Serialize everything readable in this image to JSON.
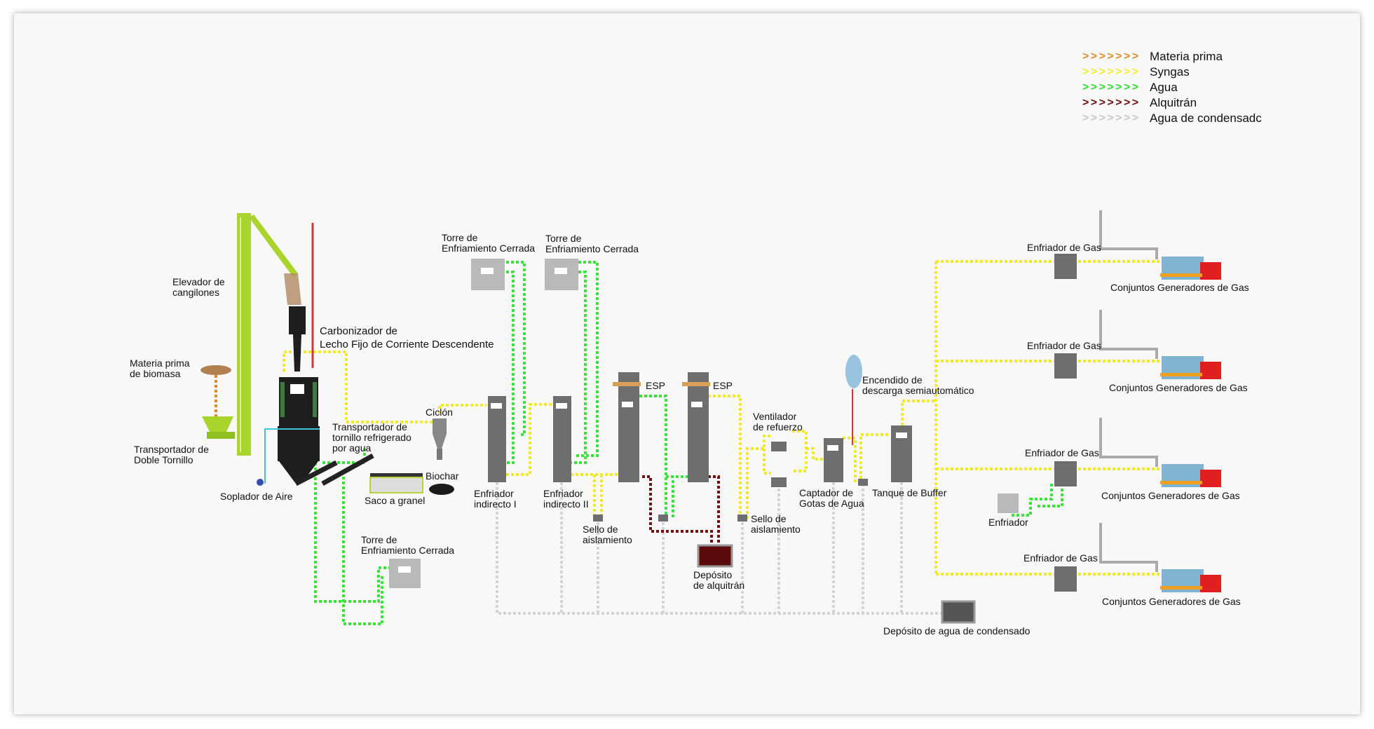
{
  "legend": {
    "items": [
      {
        "label": "Materia prima",
        "color": "#e08a2c"
      },
      {
        "label": "Syngas",
        "color": "#f4ee2a"
      },
      {
        "label": "Agua",
        "color": "#2fdd2f"
      },
      {
        "label": "Alquitrán",
        "color": "#6a0d0d"
      },
      {
        "label": "Agua de condensadc",
        "color": "#c8c8c8"
      }
    ],
    "chevrons": "> > > > > > >"
  },
  "labels": {
    "elevator": "Elevador de\ncangilones",
    "biomass": "Materia prima\nde biomasa",
    "twin_screw": "Transportador de\nDoble Tornillo",
    "blower": "Soplador de Aire",
    "carbonizer": "Carbonizador de\nLecho Fijo de Corriente Descendente",
    "screw_cooler": "Transportador de\ntornillo refrigerado\npor agua",
    "bulk_bag": "Saco a granel",
    "biochar": "Biochar",
    "cyclone": "Ciclón",
    "tower_1": "Torre de\nEnfriamiento Cerrada",
    "tower_2": "Torre de\nEnfriamiento Cerrada",
    "tower_3": "Torre de\nEnfriamiento Cerrada",
    "indirect_1": "Enfriador\nindirecto I",
    "indirect_2": "Enfriador\nindirecto II",
    "esp_1": "ESP",
    "esp_2": "ESP",
    "seal_1": "Sello de\naislamiento",
    "seal_2": "Sello de\naislamiento",
    "tar_tank": "Depósito\nde alquitrán",
    "booster_fan": "Ventilador\nde refuerzo",
    "droplet_catcher": "Captador de\nGotas de Agua",
    "flare": "Encendido de\ndescarga semiautomático",
    "buffer_tank": "Tanque de Buffer",
    "condensate_tank": "Depósito de agua de condensado",
    "chiller": "Enfriador",
    "gas_coolers": [
      "Enfriador de Gas",
      "Enfriador de Gas",
      "Enfriador de Gas",
      "Enfriador de Gas"
    ],
    "gensets": [
      "Conjuntos Generadores de Gas",
      "Conjuntos Generadores de Gas",
      "Conjuntos Generadores de Gas",
      "Conjuntos Generadores de Gas"
    ]
  },
  "colors": {
    "equipment": "#6d6e70",
    "elevator": "#a8d42c",
    "carbonizer": "#1e1e1e",
    "flare_line": "#e03030",
    "generator_red": "#e02020",
    "generator_blue": "#7fb3cf"
  }
}
